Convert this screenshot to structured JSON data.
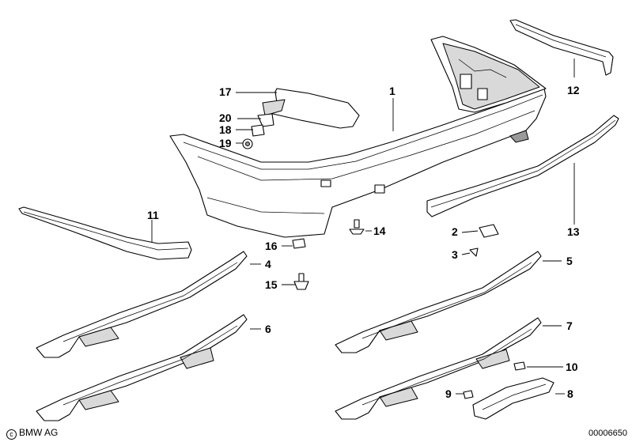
{
  "diagram": {
    "callouts": [
      {
        "id": "1",
        "text": "1"
      },
      {
        "id": "2",
        "text": "2"
      },
      {
        "id": "3",
        "text": "3"
      },
      {
        "id": "4",
        "text": "4"
      },
      {
        "id": "5",
        "text": "5"
      },
      {
        "id": "6",
        "text": "6"
      },
      {
        "id": "7",
        "text": "7"
      },
      {
        "id": "8",
        "text": "8"
      },
      {
        "id": "9",
        "text": "9"
      },
      {
        "id": "10",
        "text": "10"
      },
      {
        "id": "11",
        "text": "11"
      },
      {
        "id": "12",
        "text": "12"
      },
      {
        "id": "13",
        "text": "13"
      },
      {
        "id": "14",
        "text": "14"
      },
      {
        "id": "15",
        "text": "15"
      },
      {
        "id": "16",
        "text": "16"
      },
      {
        "id": "17",
        "text": "17"
      },
      {
        "id": "18",
        "text": "18"
      },
      {
        "id": "19",
        "text": "19"
      },
      {
        "id": "20",
        "text": "20"
      }
    ]
  },
  "footer": {
    "copyright_symbol": "c",
    "copyright_text": "BMW AG",
    "document_number": "00006650"
  }
}
